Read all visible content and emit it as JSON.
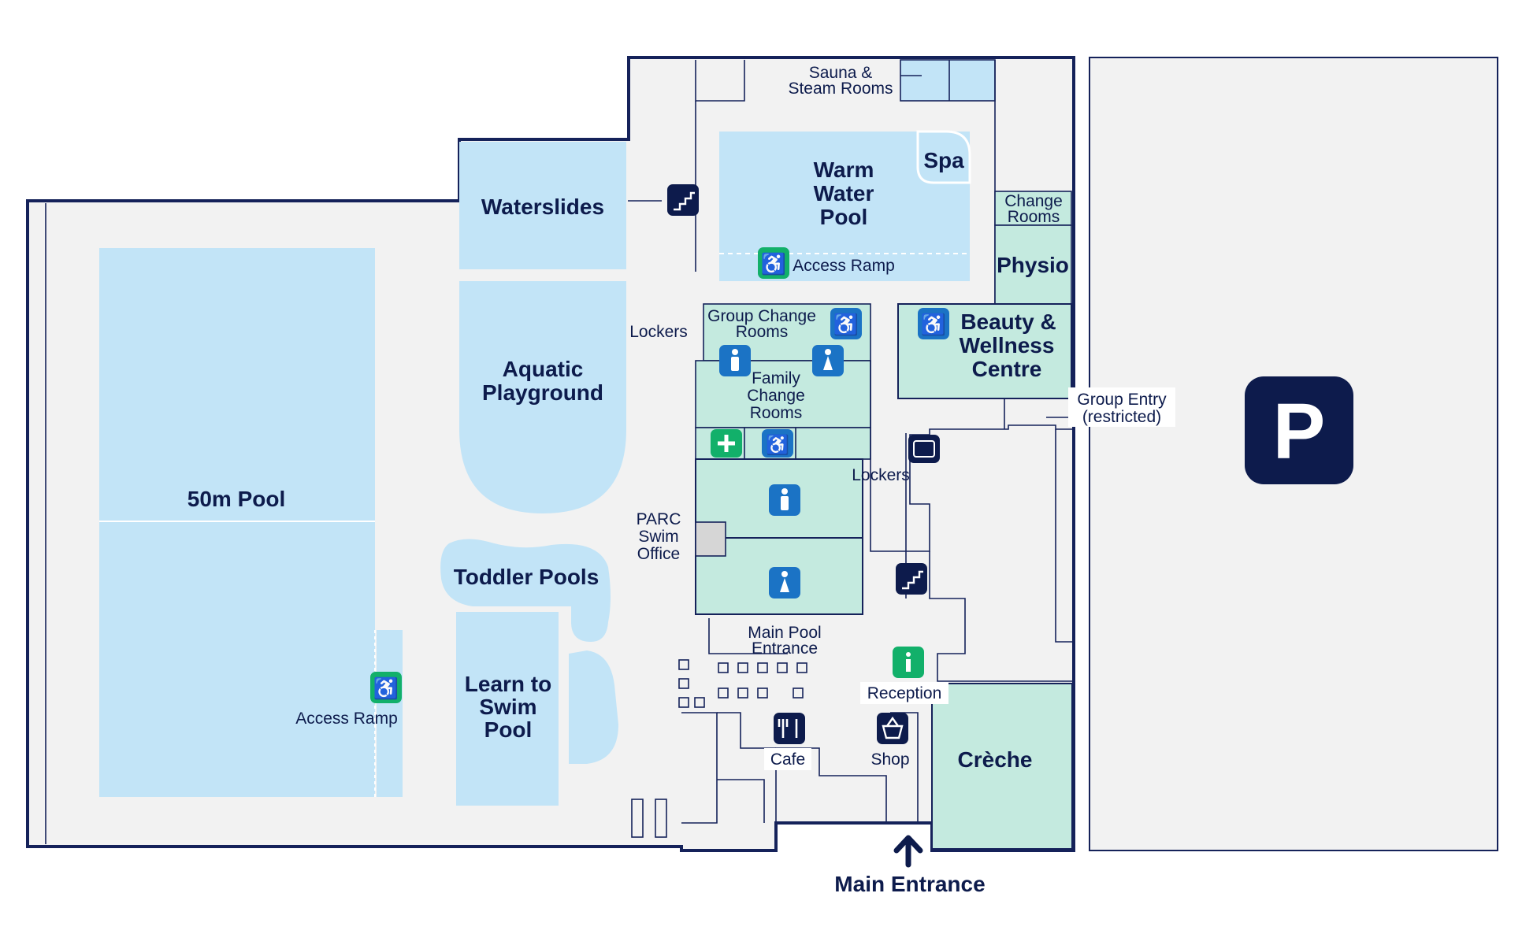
{
  "areas": {
    "pool_50m": "50m Pool",
    "waterslides": "Waterslides",
    "aquatic_playground": [
      "Aquatic",
      "Playground"
    ],
    "toddler_pools": "Toddler Pools",
    "learn_to_swim": [
      "Learn to",
      "Swim",
      "Pool"
    ],
    "warm_water_pool": [
      "Warm",
      "Water",
      "Pool"
    ],
    "spa": "Spa",
    "physio": "Physio",
    "beauty_wellness": [
      "Beauty &",
      "Wellness",
      "Centre"
    ],
    "creche": "Crèche"
  },
  "labels": {
    "sauna": [
      "Sauna &",
      "Steam Rooms"
    ],
    "change_rooms": [
      "Change",
      "Rooms"
    ],
    "group_change_rooms": [
      "Group Change",
      "Rooms"
    ],
    "family_change_rooms": [
      "Family",
      "Change",
      "Rooms"
    ],
    "lockers_upper": "Lockers",
    "lockers_lower": "Lockers",
    "parc_swim_office": [
      "PARC",
      "Swim",
      "Office"
    ],
    "access_ramp_warm": "Access Ramp",
    "access_ramp_50m": "Access Ramp",
    "group_entry": [
      "Group Entry",
      "(restricted)"
    ],
    "main_pool_entrance": [
      "Main Pool",
      "Entrance"
    ],
    "reception": "Reception",
    "cafe": "Cafe",
    "shop": "Shop",
    "main_entrance": "Main Entrance",
    "parking": "P"
  },
  "colors": {
    "pool": "#c2e4f7",
    "room_mint": "#c4eadf",
    "floor": "#f2f2f2",
    "wall": "#15225a",
    "icon_navy": "#0d1b4c",
    "icon_blue": "#1b73c5",
    "icon_green": "#12b06a"
  }
}
